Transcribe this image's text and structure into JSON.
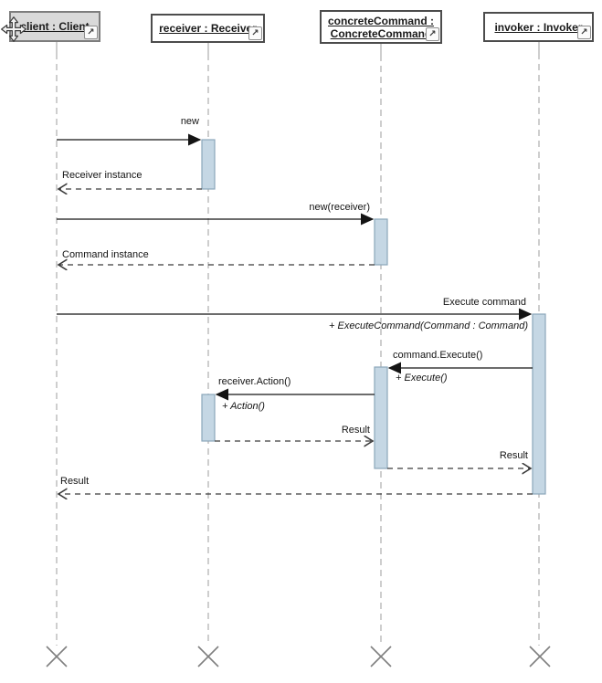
{
  "diagram": {
    "type": "uml-sequence-diagram",
    "lifelines": [
      {
        "id": "client",
        "label": "client : Client",
        "selected": true
      },
      {
        "id": "receiver",
        "label": "receiver : Receiver",
        "selected": false
      },
      {
        "id": "concreteCommand",
        "label_line1": "concreteCommand :",
        "label_line2": "ConcreteCommand",
        "selected": false
      },
      {
        "id": "invoker",
        "label": "invoker : Invoker",
        "selected": false
      }
    ],
    "messages": [
      {
        "label": "new",
        "from": "client",
        "to": "receiver",
        "kind": "sync"
      },
      {
        "label": "Receiver instance",
        "from": "receiver",
        "to": "client",
        "kind": "return"
      },
      {
        "label": "new(receiver)",
        "from": "client",
        "to": "concreteCommand",
        "kind": "sync"
      },
      {
        "label": "Command instance",
        "from": "concreteCommand",
        "to": "client",
        "kind": "return"
      },
      {
        "label": "Execute command",
        "from": "client",
        "to": "invoker",
        "kind": "sync"
      },
      {
        "label": "+ ExecuteCommand(Command : Command)",
        "from": "client",
        "to": "invoker",
        "kind": "operation"
      },
      {
        "label": "command.Execute()",
        "from": "invoker",
        "to": "concreteCommand",
        "kind": "sync"
      },
      {
        "label": "+ Execute()",
        "from": "invoker",
        "to": "concreteCommand",
        "kind": "operation"
      },
      {
        "label": "receiver.Action()",
        "from": "concreteCommand",
        "to": "receiver",
        "kind": "sync"
      },
      {
        "label": "+ Action()",
        "from": "concreteCommand",
        "to": "receiver",
        "kind": "operation"
      },
      {
        "label": "Result",
        "from": "receiver",
        "to": "concreteCommand",
        "kind": "return"
      },
      {
        "label": "Result",
        "from": "concreteCommand",
        "to": "invoker",
        "kind": "return"
      },
      {
        "label": "Result",
        "from": "invoker",
        "to": "client",
        "kind": "return"
      }
    ],
    "icons": {
      "expand_glyph": "↗"
    },
    "colors": {
      "activation_fill": "#c5d7e4",
      "activation_border": "#8ba6ba",
      "lifeline": "#aeaeae",
      "selected_header_fill": "#d9d9d9",
      "arrow": "#141414",
      "destruction_mark": "#7f7f7f"
    }
  }
}
